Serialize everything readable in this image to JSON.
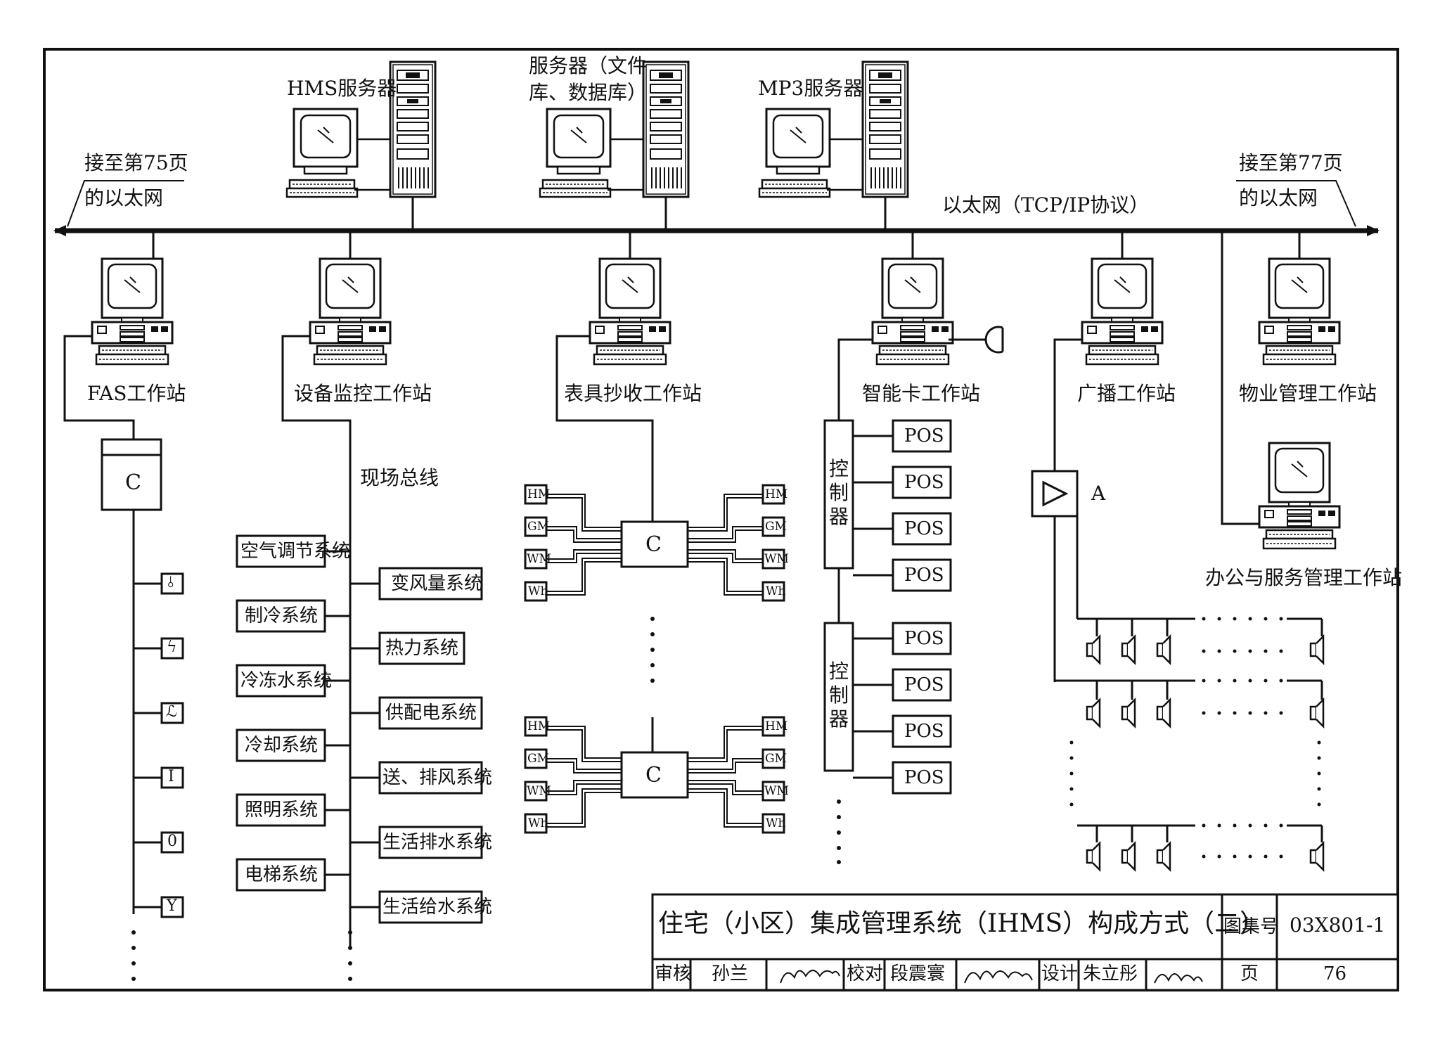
{
  "top": {
    "hms_server": "HMS服务器",
    "file_server_line1": "服务器（文件",
    "file_server_line2": "库、数据库）",
    "mp3_server": "MP3服务器",
    "link_left_line1": "接至第75页",
    "link_left_line2": "的以太网",
    "link_right_line1": "接至第77页",
    "link_right_line2": "的以太网",
    "ethernet": "以太网（TCP/IP协议）"
  },
  "workstations": {
    "fas": "FAS工作站",
    "equipment": "设备监控工作站",
    "meter": "表具抄收工作站",
    "smartcard": "智能卡工作站",
    "broadcast": "广播工作站",
    "property": "物业管理工作站",
    "office": "办公与服务管理工作站"
  },
  "fas": {
    "controller": "C",
    "devices": [
      "⫰",
      "ϟ",
      "ℒ",
      "I",
      "0",
      "Y"
    ]
  },
  "field_bus": "现场总线",
  "bms_left": [
    "空气调节系统",
    "制冷系统",
    "冷冻水系统",
    "冷却系统",
    "照明系统",
    "电梯系统"
  ],
  "bms_right": [
    "变风量系统",
    "热力系统",
    "供配电系统",
    "送、排风系统",
    "生活排水系统",
    "生活给水系统"
  ],
  "meters": {
    "controller": "C",
    "types": [
      "HM",
      "GM",
      "WM",
      "Wh"
    ]
  },
  "smartcard": {
    "controller_chars": [
      "控",
      "制",
      "器"
    ],
    "pos": "POS"
  },
  "broadcast": {
    "amp_label": "A"
  },
  "title_block": {
    "title": "住宅（小区）集成管理系统（IHMS）构成方式（二）",
    "atlas_label": "图集号",
    "atlas_no": "03X801-1",
    "review_label": "审核",
    "reviewer": "孙兰",
    "check_label": "校对",
    "checker": "段震寰",
    "design_label": "设计",
    "designer": "朱立彤",
    "page_label": "页",
    "page_no": "76"
  }
}
